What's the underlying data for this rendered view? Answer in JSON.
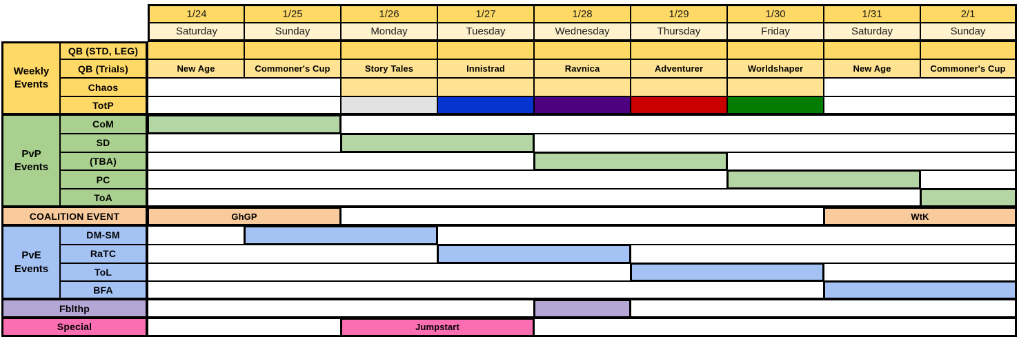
{
  "calendar": {
    "dates": [
      "1/24",
      "1/25",
      "1/26",
      "1/27",
      "1/28",
      "1/29",
      "1/30",
      "1/31",
      "2/1"
    ],
    "days": [
      "Saturday",
      "Sunday",
      "Monday",
      "Tuesday",
      "Wednesday",
      "Thursday",
      "Friday",
      "Saturday",
      "Sunday"
    ]
  },
  "weekly_events": {
    "group_label": "Weekly Events",
    "qb_std": {
      "label": "QB (STD, LEG)",
      "start": "1/24",
      "end": "2/1"
    },
    "qb_trials": {
      "label": "QB (Trials)",
      "events": [
        "New Age",
        "Commoner's Cup",
        "Story Tales",
        "Innistrad",
        "Ravnica",
        "Adventurer",
        "Worldshaper",
        "New Age",
        "Commoner's Cup"
      ]
    },
    "chaos": {
      "label": "Chaos",
      "start": "1/26",
      "end": "1/30"
    },
    "totp": {
      "label": "TotP",
      "segments": [
        {
          "date": "1/26",
          "color": "#E2E2E2"
        },
        {
          "date": "1/27",
          "color": "#0534CF"
        },
        {
          "date": "1/28",
          "color": "#4D0080"
        },
        {
          "date": "1/29",
          "color": "#C80000"
        },
        {
          "date": "1/30",
          "color": "#027D02"
        }
      ]
    }
  },
  "pvp_events": {
    "group_label": "PvP Events",
    "rows": [
      {
        "label": "CoM",
        "start": "1/24",
        "end": "1/25"
      },
      {
        "label": "SD",
        "start": "1/26",
        "end": "1/27"
      },
      {
        "label": "(TBA)",
        "start": "1/28",
        "end": "1/29"
      },
      {
        "label": "PC",
        "start": "1/30",
        "end": "1/31"
      },
      {
        "label": "ToA",
        "start": "2/1",
        "end": "2/1"
      }
    ]
  },
  "coalition": {
    "label": "COALITION EVENT",
    "events": [
      {
        "name": "GhGP",
        "start": "1/24",
        "end": "1/25"
      },
      {
        "name": "WtK",
        "start": "1/31",
        "end": "2/1"
      }
    ]
  },
  "pve_events": {
    "group_label": "PvE Events",
    "rows": [
      {
        "label": "DM-SM",
        "start": "1/25",
        "end": "1/26"
      },
      {
        "label": "RaTC",
        "start": "1/27",
        "end": "1/28"
      },
      {
        "label": "ToL",
        "start": "1/29",
        "end": "1/30"
      },
      {
        "label": "BFA",
        "start": "1/31",
        "end": "2/1"
      }
    ]
  },
  "fblthp": {
    "label": "Fblthp",
    "bar": {
      "start": "1/28",
      "end": "1/28"
    }
  },
  "special": {
    "label": "Special",
    "events": [
      {
        "name": "Jumpstart",
        "start": "1/26",
        "end": "1/27"
      }
    ]
  },
  "colors": {
    "gold": "#FFD966",
    "light_gold": "#FFE392",
    "cream": "#FFF2CC",
    "pvp_green_label": "#A9D08E",
    "pvp_green_bar": "#B4D6A4",
    "coalition_orange": "#F9CB9C",
    "pve_blue": "#A4C2F4",
    "fblthp_purple": "#B4A7D6",
    "special_pink": "#FB6EB1",
    "totp_gray": "#E2E2E2",
    "totp_blue": "#0534CF",
    "totp_purple": "#4D0080",
    "totp_red": "#C80000",
    "totp_green": "#027D02"
  },
  "chart_data": {
    "type": "table",
    "subtype": "gantt_schedule",
    "title": "",
    "x_dates": [
      "1/24",
      "1/25",
      "1/26",
      "1/27",
      "1/28",
      "1/29",
      "1/30",
      "1/31",
      "2/1"
    ],
    "x_days": [
      "Saturday",
      "Sunday",
      "Monday",
      "Tuesday",
      "Wednesday",
      "Thursday",
      "Friday",
      "Saturday",
      "Sunday"
    ],
    "tracks": [
      {
        "group": "Weekly Events",
        "row": "QB (STD, LEG)",
        "bars": [
          {
            "label": "",
            "start": "1/24",
            "end": "2/1",
            "color": "#FFD966"
          }
        ]
      },
      {
        "group": "Weekly Events",
        "row": "QB (Trials)",
        "bars": [
          {
            "label": "New Age",
            "start": "1/24",
            "end": "1/24",
            "color": "#FFE392"
          },
          {
            "label": "Commoner's Cup",
            "start": "1/25",
            "end": "1/25",
            "color": "#FFE392"
          },
          {
            "label": "Story Tales",
            "start": "1/26",
            "end": "1/26",
            "color": "#FFE392"
          },
          {
            "label": "Innistrad",
            "start": "1/27",
            "end": "1/27",
            "color": "#FFE392"
          },
          {
            "label": "Ravnica",
            "start": "1/28",
            "end": "1/28",
            "color": "#FFE392"
          },
          {
            "label": "Adventurer",
            "start": "1/29",
            "end": "1/29",
            "color": "#FFE392"
          },
          {
            "label": "Worldshaper",
            "start": "1/30",
            "end": "1/30",
            "color": "#FFE392"
          },
          {
            "label": "New Age",
            "start": "1/31",
            "end": "1/31",
            "color": "#FFE392"
          },
          {
            "label": "Commoner's Cup",
            "start": "2/1",
            "end": "2/1",
            "color": "#FFE392"
          }
        ]
      },
      {
        "group": "Weekly Events",
        "row": "Chaos",
        "bars": [
          {
            "label": "",
            "start": "1/26",
            "end": "1/30",
            "color": "#FFE392"
          }
        ]
      },
      {
        "group": "Weekly Events",
        "row": "TotP",
        "bars": [
          {
            "label": "",
            "start": "1/26",
            "end": "1/26",
            "color": "#E2E2E2"
          },
          {
            "label": "",
            "start": "1/27",
            "end": "1/27",
            "color": "#0534CF"
          },
          {
            "label": "",
            "start": "1/28",
            "end": "1/28",
            "color": "#4D0080"
          },
          {
            "label": "",
            "start": "1/29",
            "end": "1/29",
            "color": "#C80000"
          },
          {
            "label": "",
            "start": "1/30",
            "end": "1/30",
            "color": "#027D02"
          }
        ]
      },
      {
        "group": "PvP Events",
        "row": "CoM",
        "bars": [
          {
            "label": "",
            "start": "1/24",
            "end": "1/25",
            "color": "#B4D6A4"
          }
        ]
      },
      {
        "group": "PvP Events",
        "row": "SD",
        "bars": [
          {
            "label": "",
            "start": "1/26",
            "end": "1/27",
            "color": "#B4D6A4"
          }
        ]
      },
      {
        "group": "PvP Events",
        "row": "(TBA)",
        "bars": [
          {
            "label": "",
            "start": "1/28",
            "end": "1/29",
            "color": "#B4D6A4"
          }
        ]
      },
      {
        "group": "PvP Events",
        "row": "PC",
        "bars": [
          {
            "label": "",
            "start": "1/30",
            "end": "1/31",
            "color": "#B4D6A4"
          }
        ]
      },
      {
        "group": "PvP Events",
        "row": "ToA",
        "bars": [
          {
            "label": "",
            "start": "2/1",
            "end": "2/1",
            "color": "#B4D6A4"
          }
        ]
      },
      {
        "group": "Coalition",
        "row": "COALITION EVENT",
        "bars": [
          {
            "label": "GhGP",
            "start": "1/24",
            "end": "1/25",
            "color": "#F9CB9C"
          },
          {
            "label": "WtK",
            "start": "1/31",
            "end": "2/1",
            "color": "#F9CB9C"
          }
        ]
      },
      {
        "group": "PvE Events",
        "row": "DM-SM",
        "bars": [
          {
            "label": "",
            "start": "1/25",
            "end": "1/26",
            "color": "#A4C2F4"
          }
        ]
      },
      {
        "group": "PvE Events",
        "row": "RaTC",
        "bars": [
          {
            "label": "",
            "start": "1/27",
            "end": "1/28",
            "color": "#A4C2F4"
          }
        ]
      },
      {
        "group": "PvE Events",
        "row": "ToL",
        "bars": [
          {
            "label": "",
            "start": "1/29",
            "end": "1/30",
            "color": "#A4C2F4"
          }
        ]
      },
      {
        "group": "PvE Events",
        "row": "BFA",
        "bars": [
          {
            "label": "",
            "start": "1/31",
            "end": "2/1",
            "color": "#A4C2F4"
          }
        ]
      },
      {
        "group": "Fblthp",
        "row": "Fblthp",
        "bars": [
          {
            "label": "",
            "start": "1/28",
            "end": "1/28",
            "color": "#B4A7D6"
          }
        ]
      },
      {
        "group": "Special",
        "row": "Special",
        "bars": [
          {
            "label": "Jumpstart",
            "start": "1/26",
            "end": "1/27",
            "color": "#FB6EB1"
          }
        ]
      }
    ]
  }
}
